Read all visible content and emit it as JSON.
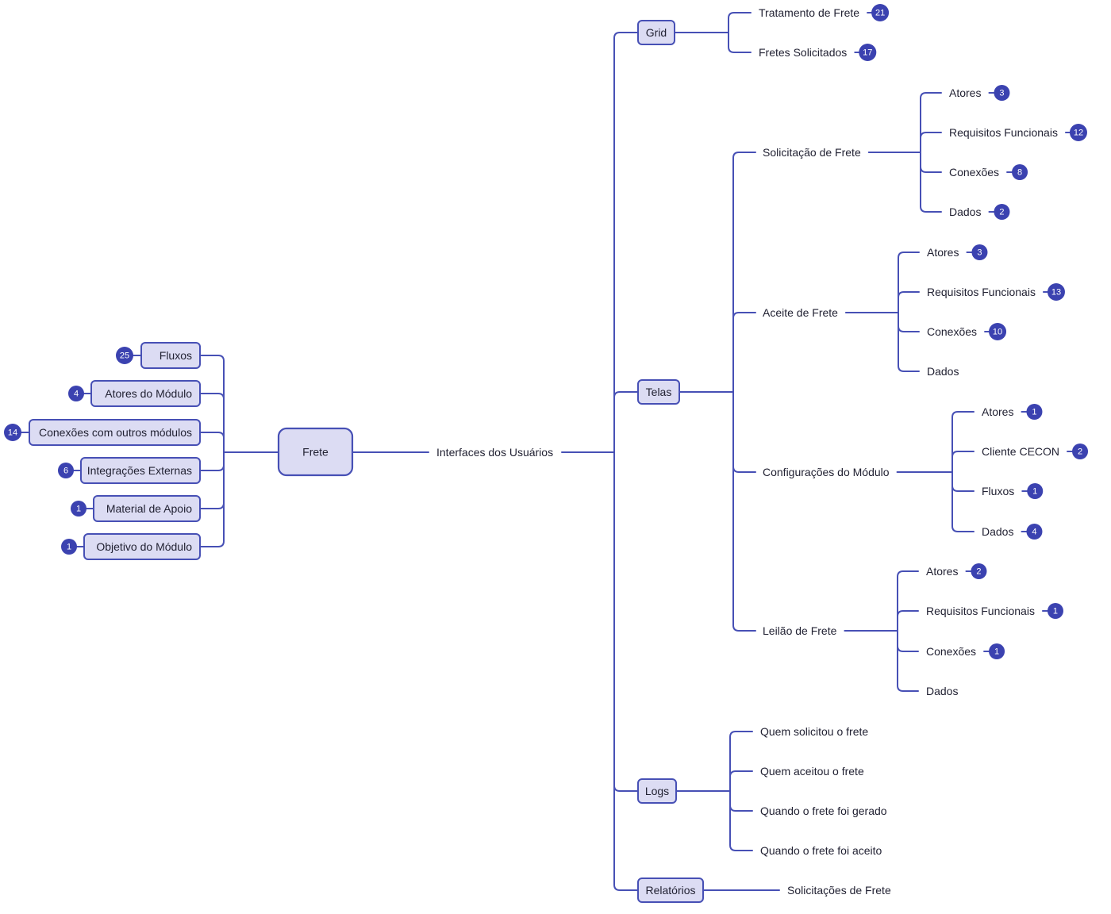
{
  "root": {
    "label": "Frete"
  },
  "left": [
    {
      "label": "Fluxos",
      "count": "25"
    },
    {
      "label": "Atores do Módulo",
      "count": "4"
    },
    {
      "label": "Conexões com outros módulos",
      "count": "14"
    },
    {
      "label": "Integrações Externas",
      "count": "6"
    },
    {
      "label": "Material de Apoio",
      "count": "1"
    },
    {
      "label": "Objetivo do Módulo",
      "count": "1"
    }
  ],
  "right": {
    "label": "Interfaces dos Usuários",
    "groups": {
      "grid": {
        "label": "Grid",
        "items": [
          {
            "label": "Tratamento de Frete",
            "count": "21"
          },
          {
            "label": "Fretes Solicitados",
            "count": "17"
          }
        ]
      },
      "telas": {
        "label": "Telas",
        "screens": [
          {
            "label": "Solicitação de Frete",
            "items": [
              {
                "label": "Atores",
                "count": "3"
              },
              {
                "label": "Requisitos Funcionais",
                "count": "12"
              },
              {
                "label": "Conexões",
                "count": "8"
              },
              {
                "label": "Dados",
                "count": "2"
              }
            ]
          },
          {
            "label": "Aceite de Frete",
            "items": [
              {
                "label": "Atores",
                "count": "3"
              },
              {
                "label": "Requisitos Funcionais",
                "count": "13"
              },
              {
                "label": "Conexões",
                "count": "10"
              },
              {
                "label": "Dados",
                "count": ""
              }
            ]
          },
          {
            "label": "Configurações do Módulo",
            "items": [
              {
                "label": "Atores",
                "count": "1"
              },
              {
                "label": "Cliente CECON",
                "count": "2"
              },
              {
                "label": "Fluxos",
                "count": "1"
              },
              {
                "label": "Dados",
                "count": "4"
              }
            ]
          },
          {
            "label": "Leilão de Frete",
            "items": [
              {
                "label": "Atores",
                "count": "2"
              },
              {
                "label": "Requisitos Funcionais",
                "count": "1"
              },
              {
                "label": "Conexões",
                "count": "1"
              },
              {
                "label": "Dados",
                "count": ""
              }
            ]
          }
        ]
      },
      "logs": {
        "label": "Logs",
        "items": [
          {
            "label": "Quem solicitou o frete"
          },
          {
            "label": "Quem aceitou o frete"
          },
          {
            "label": "Quando o frete foi gerado"
          },
          {
            "label": "Quando o frete foi aceito"
          }
        ]
      },
      "relatorios": {
        "label": "Relatórios",
        "items": [
          {
            "label": "Solicitações de Frete"
          }
        ]
      }
    }
  },
  "colors": {
    "line": "#4750b5",
    "box_fill": "#dcdcf3",
    "badge": "#3b42b0",
    "text": "#222233"
  }
}
